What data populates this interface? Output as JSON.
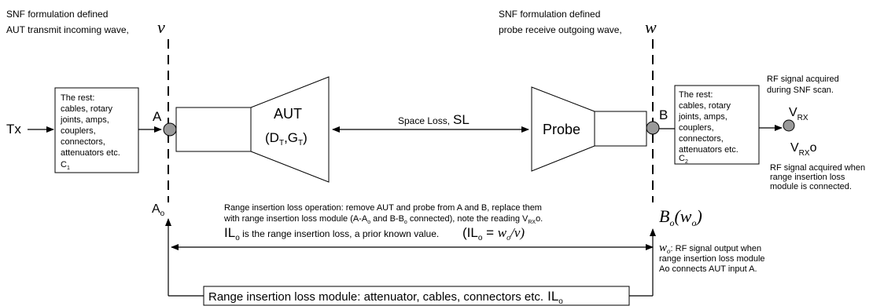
{
  "top_left": {
    "line1": "SNF formulation defined",
    "line2": "AUT transmit incoming wave,",
    "symbol": "v"
  },
  "top_right": {
    "line1": "SNF formulation defined",
    "line2": "probe receive outgoing wave,",
    "symbol": "w"
  },
  "tx_label": "Tx",
  "left_box": {
    "lines": [
      "The rest:",
      "cables, rotary",
      "joints, amps,",
      "couplers,",
      "connectors,",
      "attenuators etc."
    ],
    "c_label": "C",
    "c_sub": "1"
  },
  "right_box": {
    "lines": [
      "The rest:",
      "cables, rotary",
      "joints, amps,",
      "couplers,",
      "connectors,",
      "attenuators etc."
    ],
    "c_label": "C",
    "c_sub": "2"
  },
  "point_a": "A",
  "point_b": "B",
  "aut": {
    "title": "AUT",
    "params": "(D",
    "d_sub": "T",
    "comma_g": ",G",
    "g_sub": "T",
    "close": ")"
  },
  "probe_label": "Probe",
  "space_loss": {
    "text": "Space Loss,",
    "symbol": "SL"
  },
  "rf_acquired_scan": [
    "RF signal acquired",
    "during SNF scan."
  ],
  "vrx": {
    "main": "V",
    "sub": "RX"
  },
  "vrx_o": {
    "main": "V",
    "sub": "RX",
    "suffix": "o"
  },
  "rf_acquired_module": [
    "RF signal acquired when",
    "range insertion loss",
    "module is connected."
  ],
  "a_o": {
    "main": "A",
    "sub": "o"
  },
  "b_o": {
    "B": "B",
    "sub": "o",
    "paren_w": "(w",
    "w_sub": "o",
    "close": ")"
  },
  "operation": {
    "line1": "Range insertion loss operation: remove AUT and probe from A and B, replace them",
    "line2_a": "with range insertion loss module (A-A",
    "line2_b": " and B-B",
    "line2_c": " connected), note the reading V",
    "line2_d": "o.",
    "sub_o": "o",
    "sub_rx": "RX",
    "il_main": "IL",
    "il_sub": "o",
    "il_rest": " is the range insertion loss, a prior known value.",
    "formula_open": "(IL",
    "formula_eq": " = ",
    "formula_w": "w",
    "formula_slash_v": "/v)"
  },
  "wo_note": {
    "symbol": "w",
    "sub": "o",
    "line1": ": RF signal output when",
    "line2": "range insertion loss module",
    "line3": "Ao connects AUT input A."
  },
  "module_box": {
    "text": "Range insertion loss module: attenuator, cables, connectors etc.",
    "il": "IL",
    "il_sub": "o"
  }
}
